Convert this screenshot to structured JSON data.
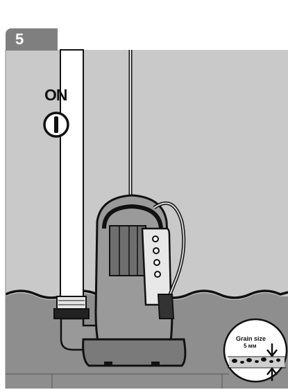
{
  "step": {
    "number": "5"
  },
  "switch": {
    "label": "ON"
  },
  "grain": {
    "title": "Grain size",
    "value": "5 мм"
  },
  "colors": {
    "panel_bg": "#c9c9c9",
    "water_dark": "#8e8e8e",
    "tab_gray": "#7f7f7f",
    "outline": "#111111"
  },
  "icons": [
    "power-symbol-icon",
    "arrow-down-icon",
    "arrow-up-icon"
  ]
}
